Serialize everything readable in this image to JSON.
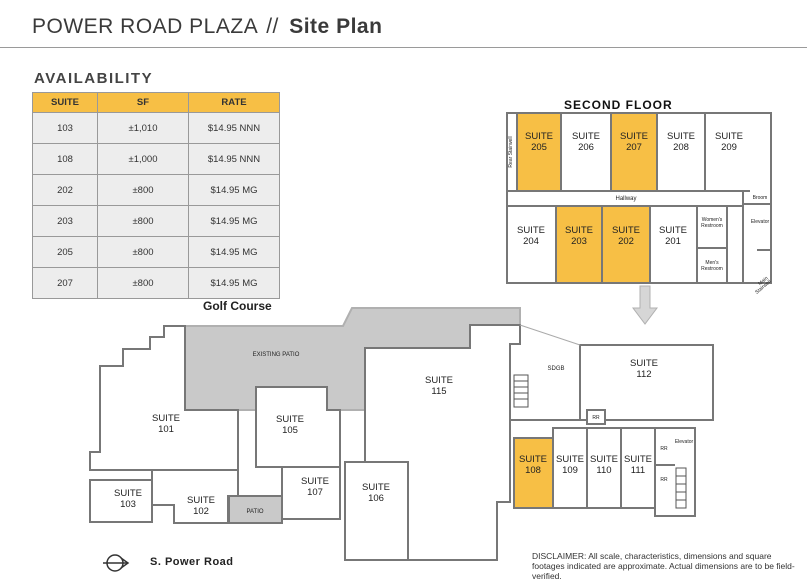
{
  "header": {
    "property": "POWER ROAD PLAZA",
    "separator": "//",
    "subtitle": "Site Plan"
  },
  "availability": {
    "title": "AVAILABILITY",
    "columns": [
      "SUITE",
      "SF",
      "RATE"
    ],
    "rows": [
      [
        "103",
        "±1,010",
        "$14.95 NNN"
      ],
      [
        "108",
        "±1,000",
        "$14.95 NNN"
      ],
      [
        "202",
        "±800",
        "$14.95 MG"
      ],
      [
        "203",
        "±800",
        "$14.95 MG"
      ],
      [
        "205",
        "±800",
        "$14.95 MG"
      ],
      [
        "207",
        "±800",
        "$14.95 MG"
      ]
    ]
  },
  "second_floor": {
    "title": "SECOND FLOOR",
    "suite_word": "SUITE",
    "suites": [
      "205",
      "206",
      "207",
      "208",
      "209",
      "204",
      "203",
      "202",
      "201"
    ],
    "hallway": "Hallway",
    "broom": "Broom",
    "elevator": "Elevator",
    "womens": [
      "Women's",
      "Restroom"
    ],
    "mens": [
      "Men's",
      "Restroom"
    ],
    "rear_stairwell": "Rear Stairwell",
    "main_stairwell": [
      "Main",
      "Stairwell"
    ]
  },
  "ground_floor": {
    "golf_course": "Golf Course",
    "existing_patio": "EXISTING PATIO",
    "suites": [
      "101",
      "103",
      "102",
      "105",
      "107",
      "106",
      "115",
      "112",
      "108",
      "109",
      "110",
      "111"
    ],
    "patio": "PATIO",
    "sdgb": "SDGB",
    "rr": "RR",
    "elevator": "Elevator"
  },
  "road_label": "S. Power Road",
  "disclaimer": "DISCLAIMER: All scale, characteristics, dimensions and square footages indicated are approximate. Actual dimensions are to be field-verified.",
  "colors": {
    "available": "#f7bf45",
    "patio_gray": "#c9c9c9",
    "wall": "#777777",
    "table_bg": "#ededed"
  }
}
